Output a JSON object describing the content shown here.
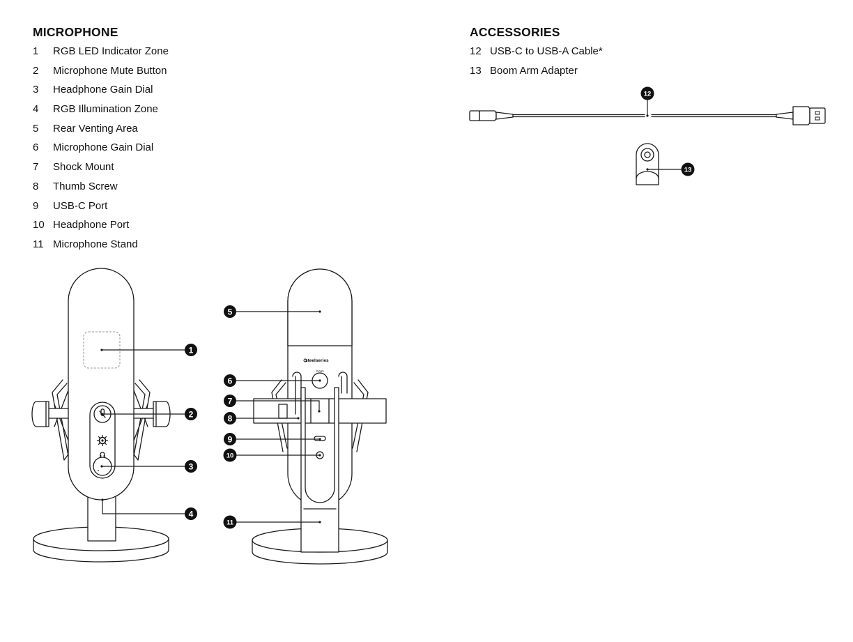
{
  "microphone": {
    "heading": "MICROPHONE",
    "parts": [
      {
        "number": "1",
        "label": "RGB LED Indicator Zone"
      },
      {
        "number": "2",
        "label": "Microphone Mute Button"
      },
      {
        "number": "3",
        "label": "Headphone Gain Dial"
      },
      {
        "number": "4",
        "label": "RGB Illumination Zone"
      },
      {
        "number": "5",
        "label": "Rear Venting Area"
      },
      {
        "number": "6",
        "label": "Microphone Gain Dial"
      },
      {
        "number": "7",
        "label": "Shock Mount"
      },
      {
        "number": "8",
        "label": "Thumb Screw"
      },
      {
        "number": "9",
        "label": "USB-C Port"
      },
      {
        "number": "10",
        "label": "Headphone Port"
      },
      {
        "number": "11",
        "label": "Microphone Stand"
      }
    ]
  },
  "accessories": {
    "heading": "ACCESSORIES",
    "parts": [
      {
        "number": "12",
        "label": "USB-C to USB-A Cable*"
      },
      {
        "number": "13",
        "label": "Boom Arm Adapter"
      }
    ]
  },
  "diagram": {
    "brand_logo": "steelseries",
    "gain_label": "GAIN",
    "callouts": [
      "1",
      "2",
      "3",
      "4",
      "5",
      "6",
      "7",
      "8",
      "9",
      "10",
      "11",
      "12",
      "13"
    ]
  }
}
